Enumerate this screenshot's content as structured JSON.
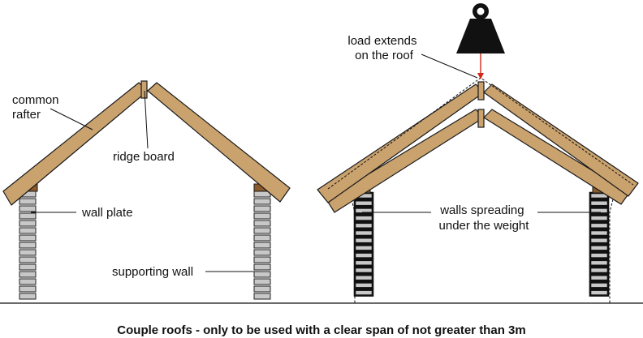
{
  "labels": {
    "common_rafter": [
      "common",
      "rafter"
    ],
    "ridge_board": "ridge board",
    "wall_plate": "wall plate",
    "supporting_wall": "supporting wall",
    "load": [
      "load extends",
      "on the roof"
    ],
    "walls_spreading": [
      "walls spreading",
      "under the weight"
    ]
  },
  "caption": "Couple roofs  - only to be used with a clear span of not greater than 3m",
  "icons": {
    "weight": "weight-icon"
  },
  "colors": {
    "timber": "#c9a26e",
    "wall_plate": "#8a5a2b",
    "brick": "#c8c8c8",
    "load_arrow": "#d22a1a"
  }
}
